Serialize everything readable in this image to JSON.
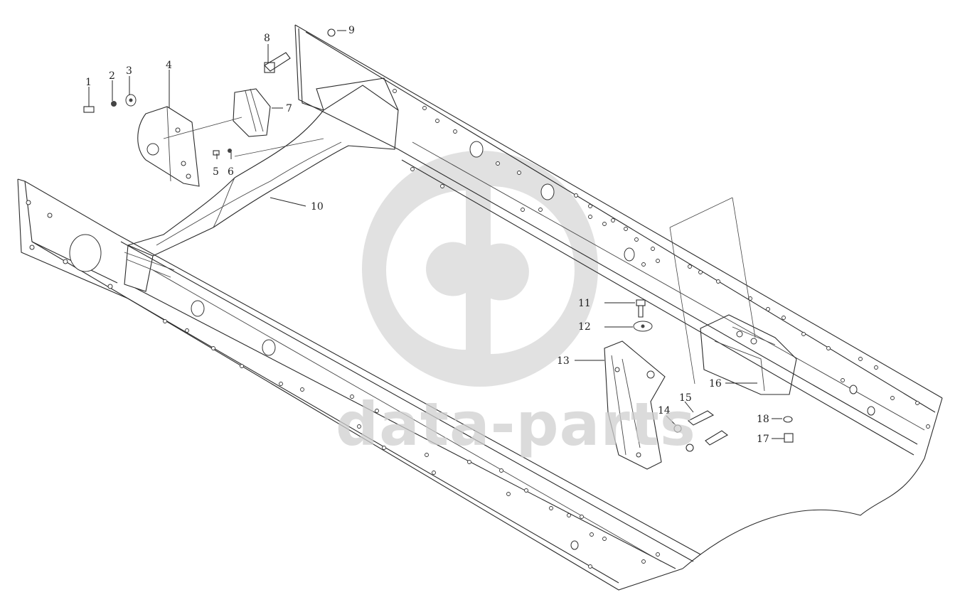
{
  "diagram": {
    "parts": [
      {
        "number": "1"
      },
      {
        "number": "2"
      },
      {
        "number": "3"
      },
      {
        "number": "4"
      },
      {
        "number": "5"
      },
      {
        "number": "6"
      },
      {
        "number": "7"
      },
      {
        "number": "8"
      },
      {
        "number": "9"
      },
      {
        "number": "10"
      },
      {
        "number": "11"
      },
      {
        "number": "12"
      },
      {
        "number": "13"
      },
      {
        "number": "14"
      },
      {
        "number": "15"
      },
      {
        "number": "16"
      },
      {
        "number": "17"
      },
      {
        "number": "18"
      }
    ]
  },
  "watermark": {
    "text": "data-parts",
    "color": "#cfcfcf"
  },
  "colors": {
    "line": "#2a2a2a",
    "background": "#ffffff"
  }
}
